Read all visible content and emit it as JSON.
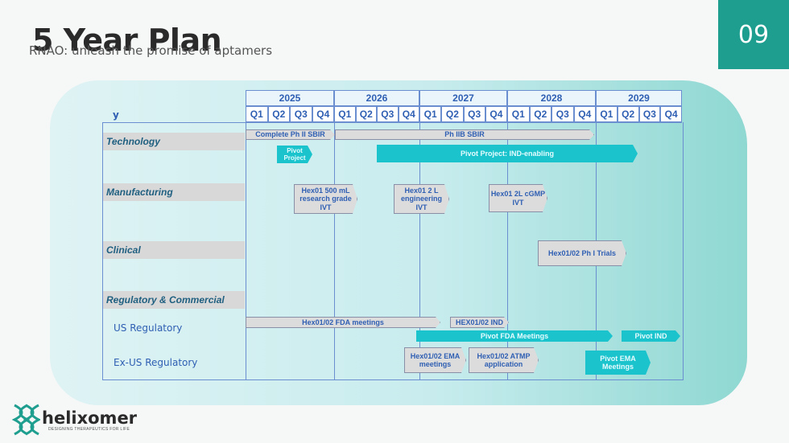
{
  "slide": {
    "title": "5 Year Plan",
    "subtitle": "RNAO: unleash the promise of aptamers",
    "number": "09"
  },
  "header": {
    "corner_label": "y",
    "years": [
      "2025",
      "2026",
      "2027",
      "2028",
      "2029"
    ],
    "quarters": [
      "Q1",
      "Q2",
      "Q3",
      "Q4"
    ]
  },
  "categories": {
    "technology": "Technology",
    "manufacturing": "Manufacturing",
    "clinical": "Clinical",
    "regulatory": "Regulatory & Commercial"
  },
  "rows": {
    "us_regulatory": "US Regulatory",
    "exus_regulatory": "Ex-US Regulatory"
  },
  "bars": {
    "ph2_sbir": "Complete Ph II SBIR",
    "ph2b_sbir": "Ph IIB SBIR",
    "pivot_project": "Pivot Project",
    "pivot_ind_enabling": "Pivot Project: IND-enabling",
    "hex01_500ml": "Hex01   500 mL research grade IVT",
    "hex01_2l_eng": "Hex01   2 L engineering IVT",
    "hex01_2l_cgmp": "Hex01   2L cGMP IVT",
    "ph1_trials": "Hex01/02 Ph I Trials",
    "fda_meetings": "Hex01/02 FDA meetings",
    "hex_ind": "HEX01/02 IND",
    "pivot_fda": "Pivot FDA Meetings",
    "pivot_ind": "Pivot IND",
    "ema_meetings": "Hex01/02 EMA meetings",
    "atmp": "Hex01/02 ATMP application",
    "pivot_ema": "Pivot EMA Meetings"
  },
  "brand": {
    "name": "helixomer",
    "tagline": "DESIGNING THERAPEUTICS FOR LIFE",
    "accent": "#1e9e8f",
    "bar_teal": "#1bc4cc",
    "header_blue": "#2f5fb3"
  }
}
